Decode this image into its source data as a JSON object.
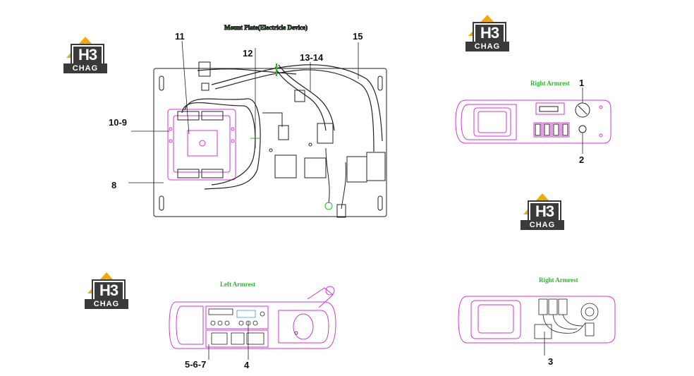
{
  "logo": {
    "letters": "H3",
    "wordmark": "CHAG",
    "color_dark": "#3a3a3a",
    "color_accent": "#f2a900"
  },
  "titles": {
    "mount_plate": "Mount Plate(Electricle Device)",
    "right_armrest_top": "Right Armrest",
    "left_armrest": "Left Armrest",
    "right_armrest_bottom": "Right Armrest"
  },
  "callouts": {
    "c11": "11",
    "c12": "12",
    "c13_14": "13-14",
    "c15": "15",
    "c10_9": "10-9",
    "c8": "8",
    "c1": "1",
    "c2": "2",
    "c5_6_7": "5-6-7",
    "c4": "4",
    "c3": "3"
  },
  "colors": {
    "magenta": "#d633d6",
    "dark": "#222222",
    "green": "#22bb22"
  }
}
